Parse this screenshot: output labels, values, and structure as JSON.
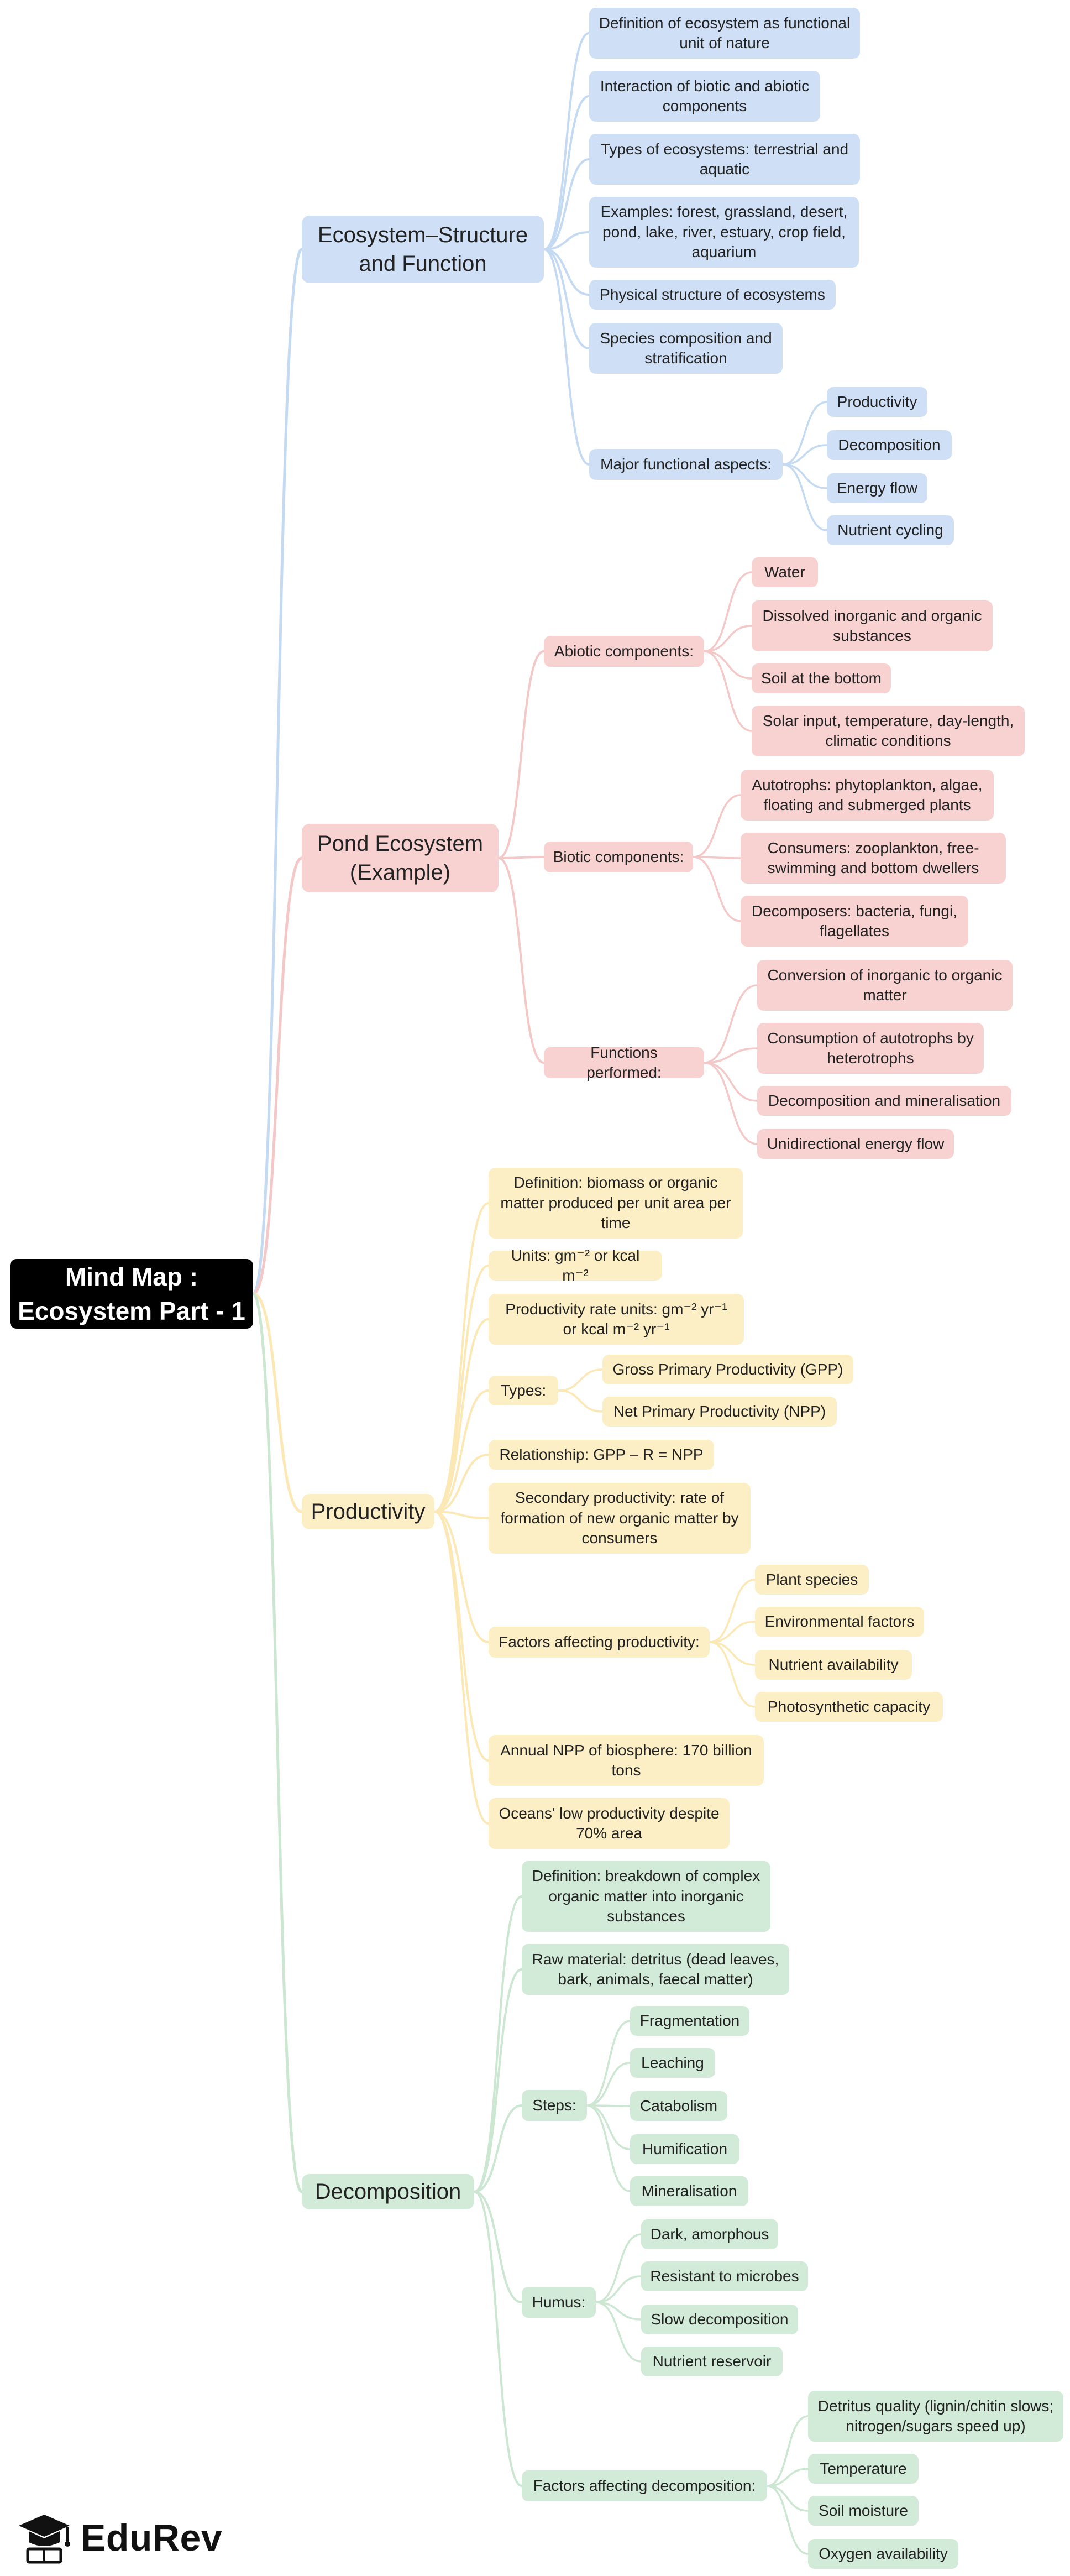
{
  "root": {
    "title": "Mind Map :\nEcosystem Part - 1"
  },
  "colors": {
    "blue": {
      "fill": "#cfe0f6",
      "line": "#c4daf3"
    },
    "red": {
      "fill": "#f8d1d1",
      "line": "#f5c8c8"
    },
    "yellow": {
      "fill": "#fdefc5",
      "line": "#fbe8b4"
    },
    "green": {
      "fill": "#d2ebd8",
      "line": "#cbe6d1"
    }
  },
  "branches": [
    {
      "id": "ecosystem",
      "label": "Ecosystem–Structure and Function",
      "color": "blue",
      "children": [
        {
          "label": "Definition of ecosystem as functional unit of nature"
        },
        {
          "label": "Interaction of biotic and abiotic components"
        },
        {
          "label": "Types of ecosystems: terrestrial and aquatic"
        },
        {
          "label": "Examples: forest, grassland, desert, pond, lake, river, estuary, crop field, aquarium"
        },
        {
          "label": "Physical structure of ecosystems"
        },
        {
          "label": "Species composition and stratification"
        },
        {
          "label": "Major functional aspects:",
          "children": [
            "Productivity",
            "Decomposition",
            "Energy flow",
            "Nutrient cycling"
          ]
        }
      ]
    },
    {
      "id": "pond",
      "label": "Pond Ecosystem (Example)",
      "color": "red",
      "children": [
        {
          "label": "Abiotic components:",
          "children": [
            "Water",
            "Dissolved inorganic and organic substances",
            "Soil at the bottom",
            "Solar input, temperature, day-length, climatic conditions"
          ]
        },
        {
          "label": "Biotic components:",
          "children": [
            "Autotrophs: phytoplankton, algae, floating and submerged plants",
            "Consumers: zooplankton, free-swimming and bottom dwellers",
            "Decomposers: bacteria, fungi, flagellates"
          ]
        },
        {
          "label": "Functions performed:",
          "children": [
            "Conversion of inorganic to organic matter",
            "Consumption of autotrophs by heterotrophs",
            "Decomposition and mineralisation",
            "Unidirectional energy flow"
          ]
        }
      ]
    },
    {
      "id": "productivity",
      "label": "Productivity",
      "color": "yellow",
      "children": [
        {
          "label": "Definition: biomass or organic matter produced per unit area per time"
        },
        {
          "label": "Units: gm⁻² or kcal m⁻²"
        },
        {
          "label": "Productivity rate units: gm⁻² yr⁻¹ or kcal m⁻² yr⁻¹"
        },
        {
          "label": "Types:",
          "children": [
            "Gross Primary Productivity (GPP)",
            "Net Primary Productivity (NPP)"
          ]
        },
        {
          "label": "Relationship: GPP – R = NPP"
        },
        {
          "label": "Secondary productivity: rate of formation of new organic matter by consumers"
        },
        {
          "label": "Factors affecting productivity:",
          "children": [
            "Plant species",
            "Environmental factors",
            "Nutrient availability",
            "Photosynthetic capacity"
          ]
        },
        {
          "label": "Annual NPP of biosphere: 170 billion tons"
        },
        {
          "label": "Oceans' low productivity despite 70% area"
        }
      ]
    },
    {
      "id": "decomposition",
      "label": "Decomposition",
      "color": "green",
      "children": [
        {
          "label": "Definition: breakdown of complex organic matter into inorganic substances"
        },
        {
          "label": "Raw material: detritus (dead leaves, bark, animals, faecal matter)"
        },
        {
          "label": "Steps:",
          "children": [
            "Fragmentation",
            "Leaching",
            "Catabolism",
            "Humification",
            "Mineralisation"
          ]
        },
        {
          "label": "Humus:",
          "children": [
            "Dark, amorphous",
            "Resistant to microbes",
            "Slow decomposition",
            "Nutrient reservoir"
          ]
        },
        {
          "label": "Factors affecting decomposition:",
          "children": [
            "Detritus quality (lignin/chitin slows; nitrogen/sugars speed up)",
            "Temperature",
            "Soil moisture",
            "Oxygen availability"
          ]
        }
      ]
    }
  ],
  "logo": {
    "text": "EduRev",
    "icon": "graduation-cap-icon"
  }
}
